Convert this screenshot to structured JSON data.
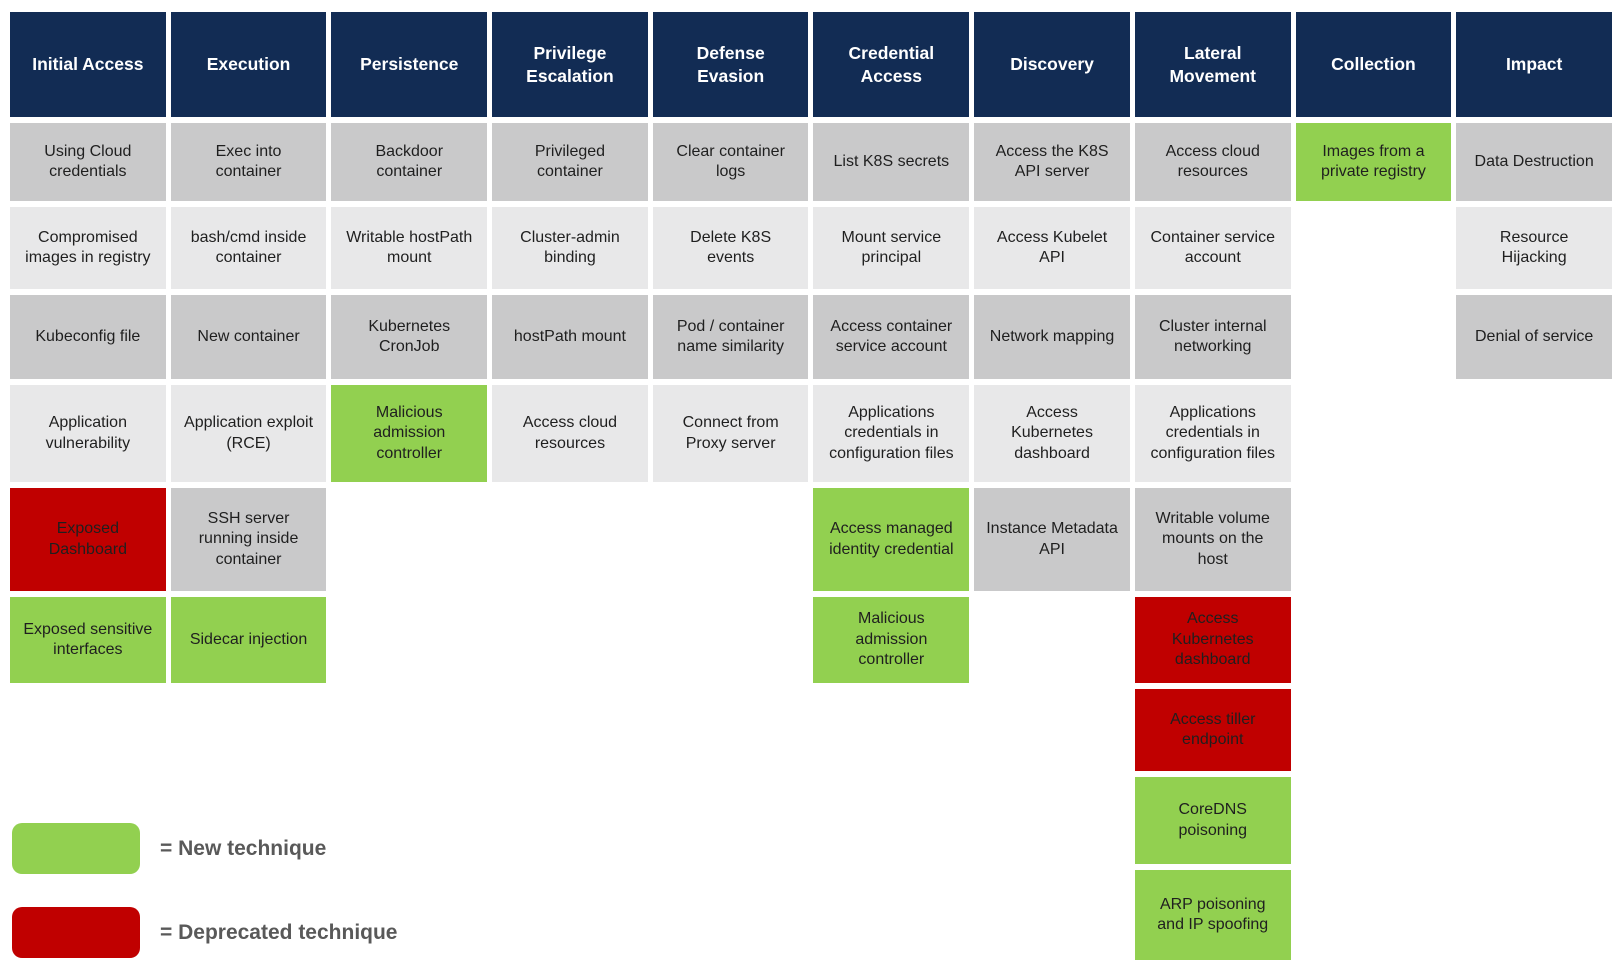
{
  "colors": {
    "background": "#ffffff",
    "header_bg": "#122c54",
    "header_text": "#ffffff",
    "cell_dark": "#c9c9ca",
    "cell_light": "#e8e8e9",
    "new_technique": "#92d050",
    "deprecated_technique": "#c00000",
    "cell_text": "#1f1f1f",
    "legend_text": "#595959"
  },
  "matrix": {
    "columns": [
      {
        "header": "Initial Access",
        "cells": [
          {
            "text": "Using Cloud credentials",
            "status": "standard"
          },
          {
            "text": "Compromised images in registry",
            "status": "standard"
          },
          {
            "text": "Kubeconfig file",
            "status": "standard"
          },
          {
            "text": "Application vulnerability",
            "status": "standard"
          },
          {
            "text": "Exposed Dashboard",
            "status": "deprecated"
          },
          {
            "text": "Exposed sensitive interfaces",
            "status": "new"
          }
        ]
      },
      {
        "header": "Execution",
        "cells": [
          {
            "text": "Exec into container",
            "status": "standard"
          },
          {
            "text": "bash/cmd inside container",
            "status": "standard"
          },
          {
            "text": "New container",
            "status": "standard"
          },
          {
            "text": "Application exploit (RCE)",
            "status": "standard"
          },
          {
            "text": "SSH server running inside container",
            "status": "standard"
          },
          {
            "text": "Sidecar injection",
            "status": "new"
          }
        ]
      },
      {
        "header": "Persistence",
        "cells": [
          {
            "text": "Backdoor container",
            "status": "standard"
          },
          {
            "text": "Writable hostPath mount",
            "status": "standard"
          },
          {
            "text": "Kubernetes CronJob",
            "status": "standard"
          },
          {
            "text": "Malicious admission controller",
            "status": "new"
          }
        ]
      },
      {
        "header": "Privilege Escalation",
        "cells": [
          {
            "text": "Privileged container",
            "status": "standard"
          },
          {
            "text": "Cluster-admin binding",
            "status": "standard"
          },
          {
            "text": "hostPath mount",
            "status": "standard"
          },
          {
            "text": "Access cloud resources",
            "status": "standard"
          }
        ]
      },
      {
        "header": "Defense Evasion",
        "cells": [
          {
            "text": "Clear container logs",
            "status": "standard"
          },
          {
            "text": "Delete K8S events",
            "status": "standard"
          },
          {
            "text": "Pod / container name similarity",
            "status": "standard"
          },
          {
            "text": "Connect from Proxy server",
            "status": "standard"
          }
        ]
      },
      {
        "header": "Credential Access",
        "cells": [
          {
            "text": "List K8S secrets",
            "status": "standard"
          },
          {
            "text": "Mount service principal",
            "status": "standard"
          },
          {
            "text": "Access container service account",
            "status": "standard"
          },
          {
            "text": "Applications credentials in configuration files",
            "status": "standard"
          },
          {
            "text": "Access managed identity credential",
            "status": "new"
          },
          {
            "text": "Malicious admission controller",
            "status": "new"
          }
        ]
      },
      {
        "header": "Discovery",
        "cells": [
          {
            "text": "Access the K8S API server",
            "status": "standard"
          },
          {
            "text": "Access Kubelet API",
            "status": "standard"
          },
          {
            "text": "Network mapping",
            "status": "standard"
          },
          {
            "text": "Access Kubernetes dashboard",
            "status": "standard"
          },
          {
            "text": "Instance Metadata API",
            "status": "standard"
          }
        ]
      },
      {
        "header": "Lateral Movement",
        "cells": [
          {
            "text": "Access cloud resources",
            "status": "standard"
          },
          {
            "text": "Container service account",
            "status": "standard"
          },
          {
            "text": "Cluster internal networking",
            "status": "standard"
          },
          {
            "text": "Applications credentials in configuration files",
            "status": "standard"
          },
          {
            "text": "Writable volume mounts on the host",
            "status": "standard"
          },
          {
            "text": "Access Kubernetes dashboard",
            "status": "deprecated"
          },
          {
            "text": "Access tiller endpoint",
            "status": "deprecated"
          },
          {
            "text": "CoreDNS poisoning",
            "status": "new"
          },
          {
            "text": "ARP poisoning and IP spoofing",
            "status": "new"
          }
        ]
      },
      {
        "header": "Collection",
        "cells": [
          {
            "text": "Images from a private registry",
            "status": "new"
          }
        ]
      },
      {
        "header": "Impact",
        "cells": [
          {
            "text": "Data Destruction",
            "status": "standard"
          },
          {
            "text": "Resource Hijacking",
            "status": "standard"
          },
          {
            "text": "Denial of service",
            "status": "standard"
          }
        ]
      }
    ]
  },
  "legend": {
    "items": [
      {
        "label": "= New technique",
        "status": "new"
      },
      {
        "label": "= Deprecated technique",
        "status": "deprecated"
      }
    ]
  }
}
